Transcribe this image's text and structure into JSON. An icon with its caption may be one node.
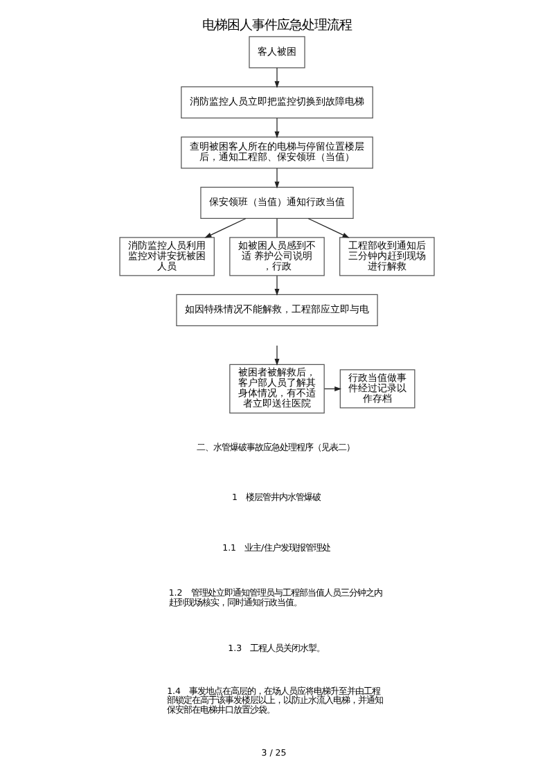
{
  "diagram": {
    "title": "电梯困人事件应急处理流程",
    "nodes": [
      {
        "text": [
          "客人被困"
        ]
      },
      {
        "text": [
          "消防监控人员立即把监控切换到故障电梯"
        ]
      },
      {
        "text": [
          "查明被困客人所在的电梯与停留位置楼层后，通知工程部、保安领班（当值）"
        ]
      },
      {
        "text": [
          "保安领班（当值）通知行政当值"
        ]
      },
      {
        "text": [
          "消防监控人员利用监控对讲安抚被困人员"
        ]
      },
      {
        "text": [
          "如被困人员感到不适 养护公司说明，行政"
        ]
      },
      {
        "text": [
          "工程部收到通知后三分钟内赶到现场进行解救"
        ]
      },
      {
        "text": [
          "如因特殊情况不能解救，工程部应立即与电"
        ]
      },
      {
        "text": [
          "被困者被解救后，客户部人员了解其身体情况，有不适者立即送往医院"
        ]
      },
      {
        "text": [
          "行政当值做事件经过记录以作存档"
        ]
      }
    ],
    "edges": [
      {
        "from": 0,
        "to": 1,
        "arrow": "to"
      },
      {
        "from": 1,
        "to": 2,
        "arrow": "to"
      },
      {
        "from": 2,
        "to": 3,
        "arrow": "to"
      },
      {
        "from": 3,
        "to": 4,
        "arrow": "to"
      },
      {
        "from": 3,
        "to": 5,
        "arrow": "none"
      },
      {
        "from": 3,
        "to": 6,
        "arrow": "to"
      },
      {
        "from": 5,
        "to": 7,
        "arrow": "to"
      },
      {
        "from": null,
        "to": 8,
        "arrow": "to"
      },
      {
        "from": 8,
        "to": 9,
        "arrow": "to"
      }
    ],
    "labels": [
      "二、水管爆破事故应急处理程序（见表二）",
      "1　楼层管井内水管爆破",
      "1.1　业主/住户发现报管理处",
      "1.2　管理处立即通知管理员与工程部当值人员三分钟之内赶到现场核实，同时通知行政当值。",
      "1.3　工程人员关闭水掣。",
      "1.4　事发地点在高层的，在场人员应将电梯升至并由工程部锁定在高于该事发楼层以上，以防止水流入电梯，并通知保安部在电梯井口放置沙袋。",
      "3 / 25"
    ]
  }
}
